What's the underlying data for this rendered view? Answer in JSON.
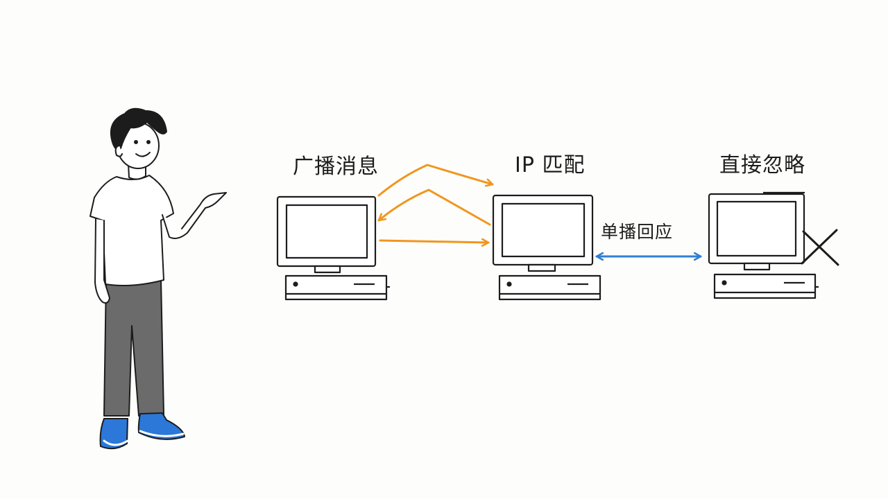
{
  "labels": {
    "broadcast": "广播消息",
    "ip_match": "IP 匹配",
    "ignore": "直接忽略",
    "unicast_reply": "单播回应"
  },
  "colors": {
    "broadcast_arrow": "#f0961e",
    "unicast_arrow": "#2f7fd1",
    "ink": "#1c1c1c",
    "shirt": "#ffffff",
    "pants": "#6b6b6b",
    "shoes": "#2b78d8"
  },
  "icons": {
    "person": "person-pointing-icon",
    "computers": [
      "sender-computer-icon",
      "matching-computer-icon",
      "ignoring-computer-icon"
    ],
    "ignore_mark": "cross-icon"
  }
}
